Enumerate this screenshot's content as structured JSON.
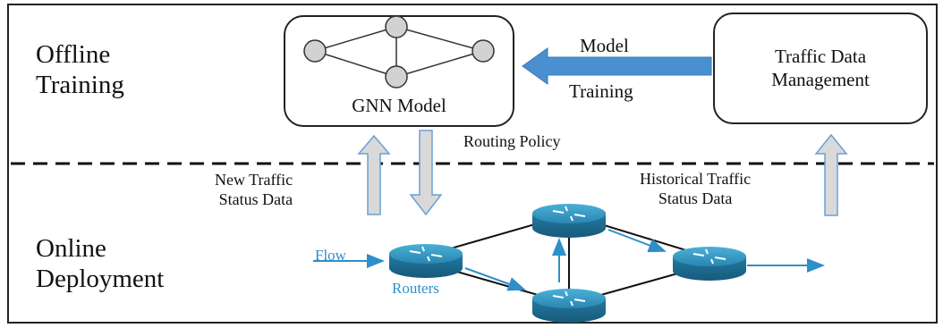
{
  "regions": {
    "offline": "Offline\nTraining",
    "online": "Online\nDeployment"
  },
  "gnn_box": {
    "label": "GNN Model"
  },
  "traffic_box": {
    "label": "Traffic Data\nManagement"
  },
  "model_training": {
    "line1": "Model",
    "line2": "Training"
  },
  "routing_policy": "Routing Policy",
  "new_traffic": "New Traffic\nStatus Data",
  "historical_traffic": "Historical Traffic\nStatus Data",
  "flow_label": "Flow",
  "routers_label": "Routers",
  "colors": {
    "arrow_blue": "#4a90d0",
    "router_dark": "#1f6f94",
    "router_light": "#3fa6cf",
    "flow_blue": "#2e8fc9",
    "hollow_arrow_fill": "#d9d9d9",
    "hollow_arrow_stroke": "#6aa0d6"
  },
  "icons": [
    "router-icon",
    "graph-node-icon",
    "arrow-icon"
  ]
}
